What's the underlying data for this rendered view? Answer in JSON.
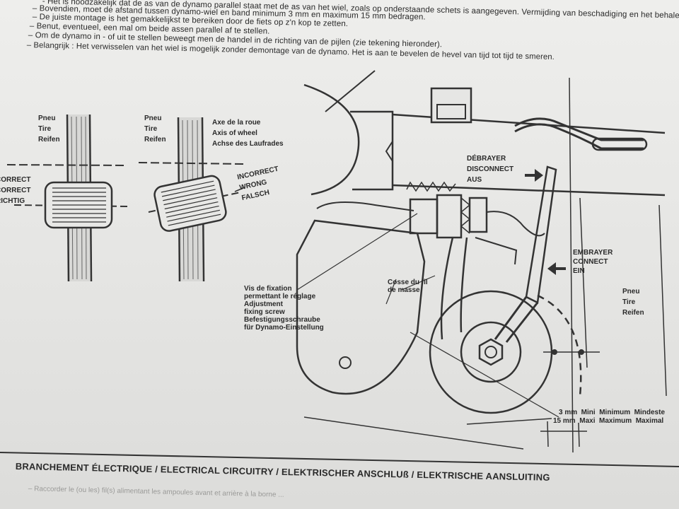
{
  "instructions": [
    "- Het is noodzakelijk dat de as van de dynamo parallel staat met de as van het wiel, zoals op onderstaande schets is aangegeven. Vermijding van beschadiging en het behalen van het maximum rendement.",
    "– Bovendien, moet de afstand tussen dynamo-wiel en band minimum 3 mm en maximum 15 mm bedragen.",
    "– De juiste montage is het gemakkelijkst te bereiken door de fiets op z'n kop te zetten.",
    "– Benut, eventueel, een mal om beide assen parallel af te stellen.",
    "– Om de dynamo in - of uit te stellen beweegt men de handel in de richting van de pijlen (zie tekening hieronder).",
    "– Belangrijk : Het verwisselen van het wiel is mogelijk zonder demontage van de dynamo. Het is aan te bevelen de hevel van tijd tot tijd te smeren."
  ],
  "diagram": {
    "tire_left": [
      "Pneu",
      "Tire",
      "Reifen"
    ],
    "tire_middle": [
      "Pneu",
      "Tire",
      "Reifen"
    ],
    "axle": [
      "Axe de la roue",
      "Axis of wheel",
      "Achse des Laufrades"
    ],
    "correct": [
      "CORRECT",
      "CORRECT",
      "RICHTIG"
    ],
    "incorrect": [
      "INCORRECT",
      "WRONG",
      "FALSCH"
    ],
    "disconnect": [
      "DÉBRAYER",
      "DISCONNECT",
      "AUS"
    ],
    "connect": [
      "EMBRAYER",
      "CONNECT",
      "EIN"
    ],
    "tire_right": [
      "Pneu",
      "Tire",
      "Reifen"
    ],
    "ground": [
      "Cosse du fil",
      "de masse"
    ],
    "screw": [
      "Vis de fixation",
      "permettant le réglage",
      "Adjustment",
      "fixing screw",
      "Befestigungsschraube",
      "für Dynamo-Einstellung"
    ],
    "min_row": "3 mm  Mini  Minimum  Mindeste",
    "max_row": "15 mm  Maxi  Maximum  Maximal"
  },
  "footer": {
    "title": "BRANCHEMENT ÉLECTRIQUE  /  ELECTRICAL CIRCUITRY  /  ELEKTRISCHER ANSCHLUß  /  ELEKTRISCHE AANSLUITING",
    "faded": "– Raccorder le (ou les) fil(s) alimentant les ampoules avant et arrière à la borne ..."
  }
}
